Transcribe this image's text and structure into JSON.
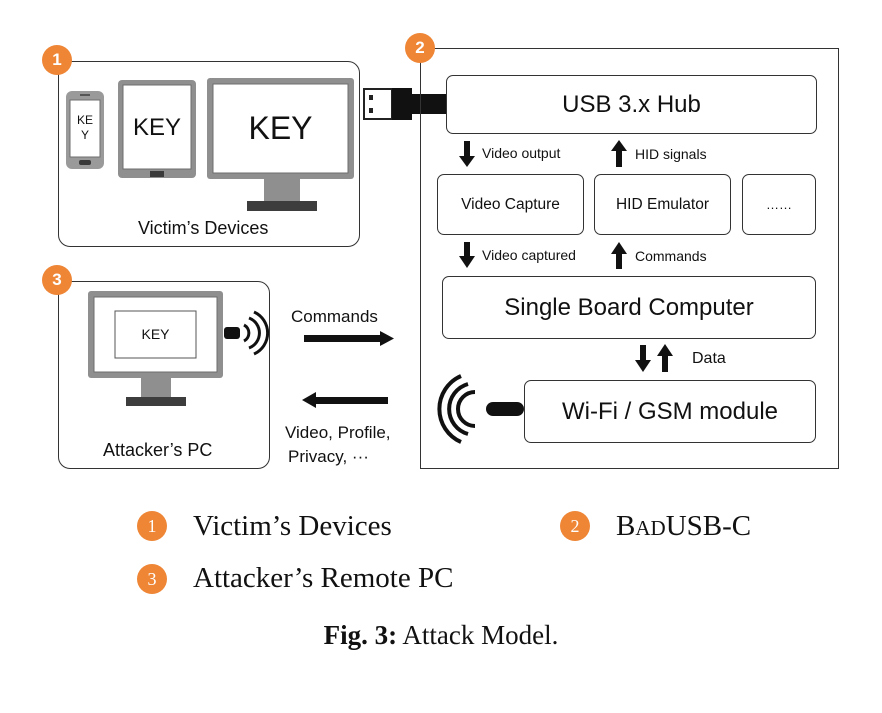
{
  "badges": {
    "victim": "1",
    "badusb": "2",
    "attacker": "3"
  },
  "victim": {
    "label": "Victim’s Devices",
    "phone_text": "KE\nY",
    "tablet_text": "KEY",
    "monitor_text": "KEY"
  },
  "badusb": {
    "hub": "USB 3.x Hub",
    "video_output": "Video output",
    "hid_signals": "HID signals",
    "video_capture": "Video Capture",
    "hid_emulator": "HID Emulator",
    "more": "……",
    "video_captured": "Video captured",
    "commands": "Commands",
    "sbc": "Single Board Computer",
    "data": "Data",
    "wifi": "Wi-Fi / GSM module"
  },
  "attacker": {
    "label": "Attacker’s PC",
    "screen_text": "KEY"
  },
  "links": {
    "commands": "Commands",
    "video_profile": "Video, Profile,",
    "privacy": "Privacy, ···"
  },
  "legend": {
    "item1": "Victim’s Devices",
    "item2_first": "B",
    "item2_small": "AD",
    "item2_rest": "USB-C",
    "item3": "Attacker’s Remote PC"
  },
  "caption": {
    "bold": "Fig. 3:",
    "text": " Attack Model."
  },
  "colors": {
    "badge": "#ee8636",
    "device_gray": "#8a8a8a",
    "ink": "#111111"
  }
}
